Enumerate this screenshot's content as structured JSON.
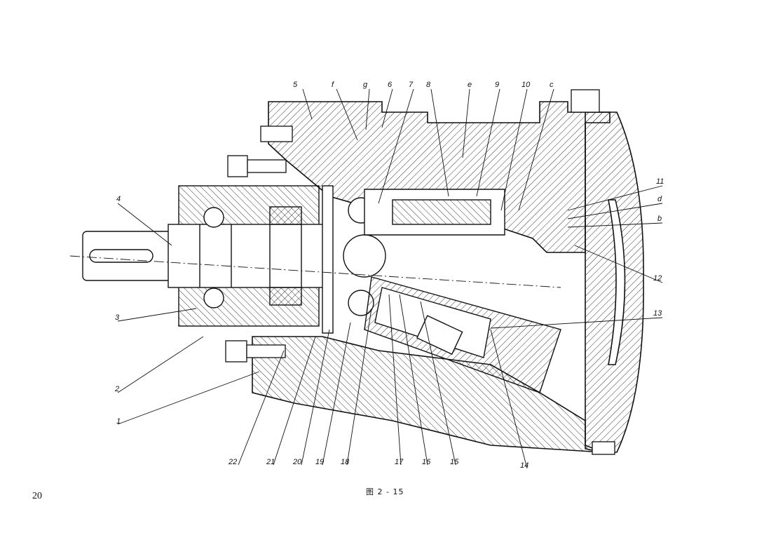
{
  "labels": {
    "top": [
      "5",
      "f",
      "g",
      "6",
      "7",
      "8",
      "e",
      "9",
      "10",
      "c"
    ],
    "right": [
      "11",
      "d",
      "b",
      "12",
      "13"
    ],
    "left": [
      "4",
      "3",
      "2",
      "1"
    ],
    "bottom": [
      "22",
      "21",
      "20",
      "19",
      "18",
      "17",
      "16",
      "15",
      "14"
    ]
  },
  "caption": "图 2 - 15",
  "page_number": "20"
}
